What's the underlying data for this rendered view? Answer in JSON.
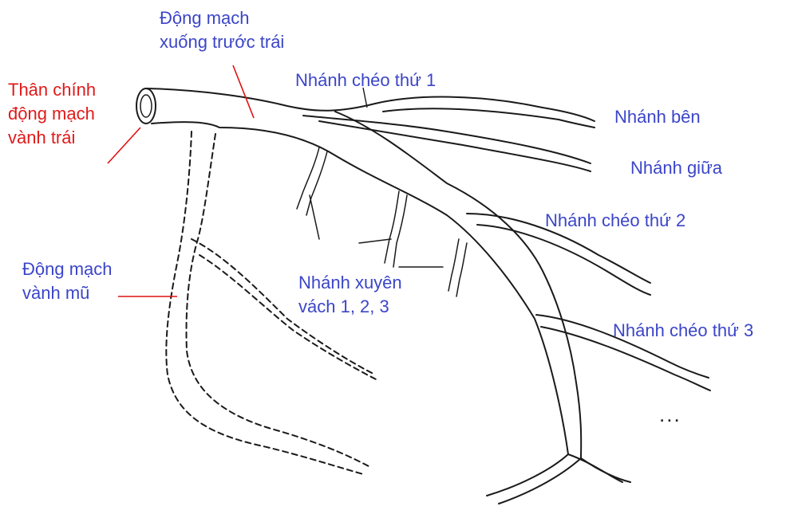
{
  "colors": {
    "label_blue": "#3b45c8",
    "label_red": "#e01a1a",
    "ink": "#1a1a1a",
    "background": "#ffffff"
  },
  "labels": {
    "lad": {
      "line1": "Động mạch",
      "line2": "xuống trước trái"
    },
    "left_main": {
      "line1": "Thân chính",
      "line2": "động mạch",
      "line3": "vành trái"
    },
    "diagonal1": "Nhánh chéo thứ 1",
    "lateral": "Nhánh bên",
    "middle": "Nhánh giữa",
    "diagonal2": "Nhánh chéo thứ 2",
    "diagonal3": "Nhánh chéo thứ 3",
    "circumflex": {
      "line1": "Động mạch",
      "line2": "vành mũ"
    },
    "septal": {
      "line1": "Nhánh xuyên",
      "line2": "vách 1, 2, 3"
    },
    "ellipsis": "..."
  }
}
